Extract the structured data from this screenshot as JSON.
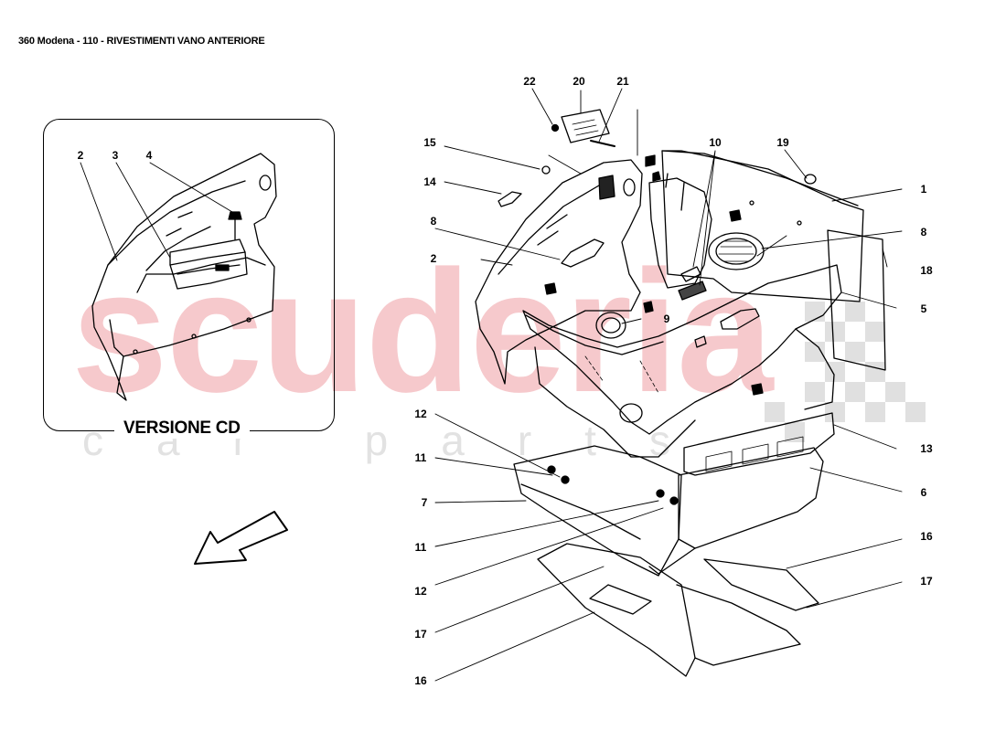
{
  "page": {
    "title": "360 Modena - 110 - RIVESTIMENTI VANO ANTERIORE"
  },
  "watermark": {
    "main": "scuderia",
    "sub": "car parts",
    "main_color": "#f6c9cc",
    "sub_color": "#e2e2e2"
  },
  "inset": {
    "label": "VERSIONE CD"
  },
  "callouts": {
    "c1": "1",
    "c2": "2",
    "c5": "5",
    "c6": "6",
    "c7": "7",
    "c8a": "8",
    "c8b": "8",
    "c9": "9",
    "c10": "10",
    "c11a": "11",
    "c11b": "11",
    "c12a": "12",
    "c12b": "12",
    "c13": "13",
    "c14": "14",
    "c15": "15",
    "c16a": "16",
    "c16b": "16",
    "c17a": "17",
    "c17b": "17",
    "c18": "18",
    "c19": "19",
    "c20": "20",
    "c21": "21",
    "c22": "22",
    "i2": "2",
    "i3": "3",
    "i4": "4"
  }
}
